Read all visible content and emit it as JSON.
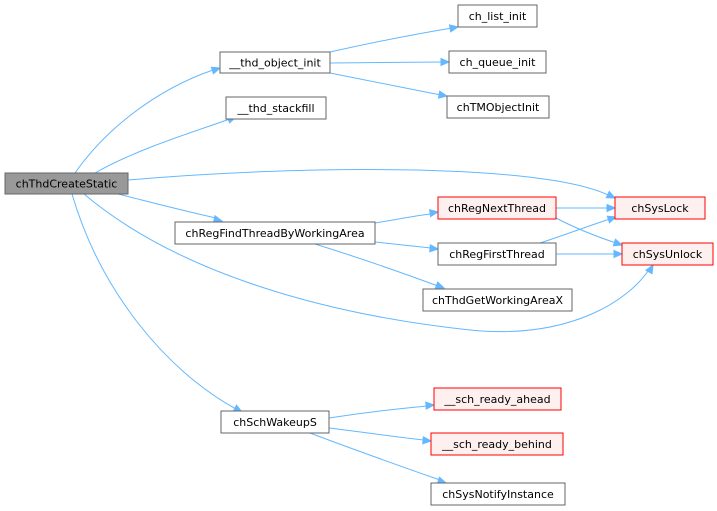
{
  "colors": {
    "edge": "#63b8ff",
    "node_fill": "#ffffff",
    "node_border": "#666666",
    "root_fill": "#999999",
    "root_border": "#666666",
    "truncated_fill": "#fff0f0",
    "truncated_border": "#ff0000"
  },
  "nodes": {
    "chThdCreateStatic": "chThdCreateStatic",
    "thd_object_init": "__thd_object_init",
    "thd_stackfill": "__thd_stackfill",
    "chRegFindThreadByWorkingArea": "chRegFindThreadByWorkingArea",
    "chSchWakeupS": "chSchWakeupS",
    "ch_list_init": "ch_list_init",
    "ch_queue_init": "ch_queue_init",
    "chTMObjectInit": "chTMObjectInit",
    "chRegNextThread": "chRegNextThread",
    "chRegFirstThread": "chRegFirstThread",
    "chThdGetWorkingAreaX": "chThdGetWorkingAreaX",
    "sch_ready_ahead": "__sch_ready_ahead",
    "sch_ready_behind": "__sch_ready_behind",
    "chSysNotifyInstance": "chSysNotifyInstance",
    "chSysLock": "chSysLock",
    "chSysUnlock": "chSysUnlock"
  }
}
